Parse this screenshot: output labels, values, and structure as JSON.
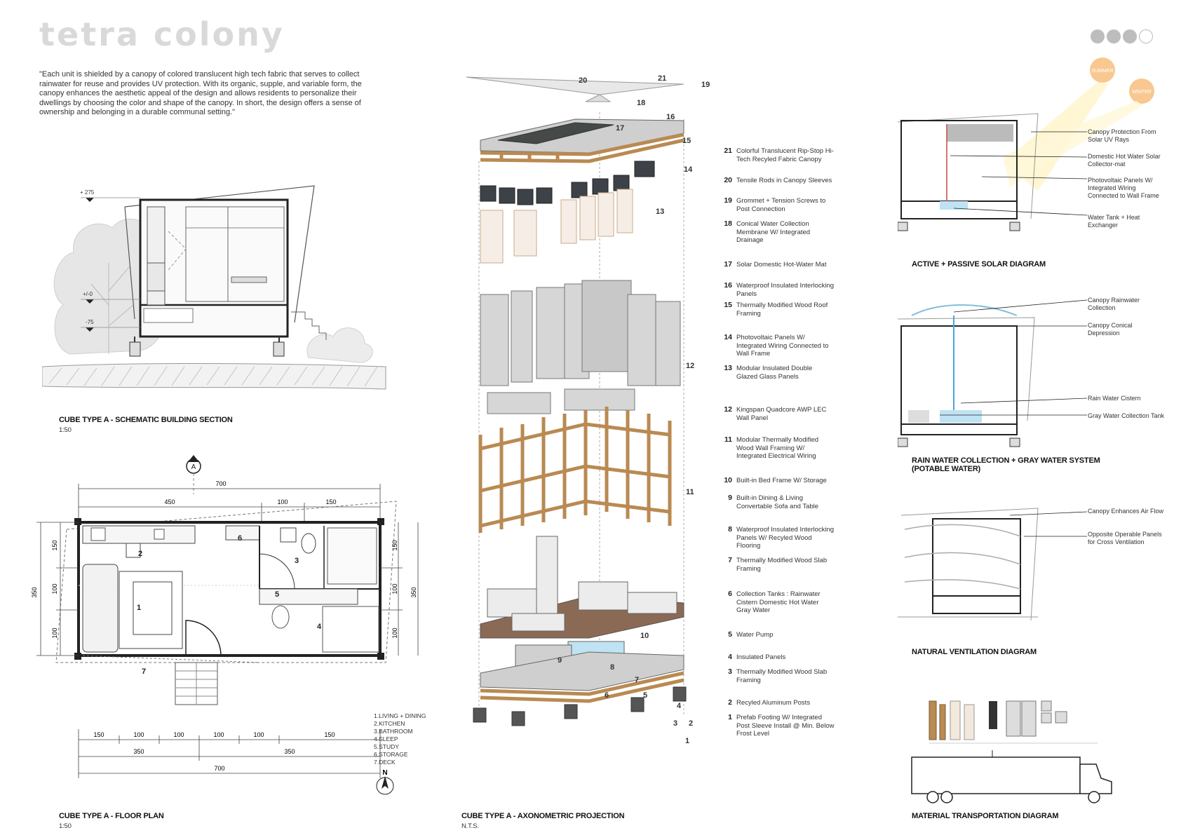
{
  "title": "tetra colony",
  "quote": "\"Each unit is shielded by a canopy of colored translucent high tech fabric that serves to collect rainwater for reuse and provides UV protection. With its organic, supple, and variable form, the canopy enhances the aesthetic appeal of the design and allows residents to personalize their dwellings by choosing the color and shape of the canopy. In short, the design offers a sense of ownership and belonging in a durable communal setting.\"",
  "captions": {
    "section": {
      "title": "CUBE TYPE A - SCHEMATIC BUILDING SECTION",
      "scale": "1:50"
    },
    "plan": {
      "title": "CUBE TYPE A - FLOOR PLAN",
      "scale": "1:50"
    },
    "axo": {
      "title": "CUBE TYPE A - AXONOMETRIC PROJECTION",
      "scale": "N.T.S."
    },
    "solar": {
      "title": "ACTIVE + PASSIVE SOLAR DIAGRAM"
    },
    "rain": {
      "title": "RAIN WATER COLLECTION + GRAY WATER SYSTEM (POTABLE WATER)"
    },
    "vent": {
      "title": "NATURAL VENTILATION DIAGRAM"
    },
    "transport": {
      "title": "MATERIAL TRANSPORTATION DIAGRAM"
    }
  },
  "section_levels": [
    "+ 275",
    "+/-0",
    "-75"
  ],
  "plan": {
    "section_marker": "A",
    "north": "N",
    "dims_top": [
      "700",
      "450",
      "100",
      "150"
    ],
    "dims_bottom": [
      "150",
      "100",
      "100",
      "100",
      "100",
      "150",
      "350",
      "350",
      "700"
    ],
    "dims_left": [
      "350",
      "150",
      "100",
      "100"
    ],
    "dims_right": [
      "150",
      "100",
      "100",
      "350"
    ],
    "room_numbers": [
      "1",
      "2",
      "3",
      "4",
      "5",
      "6",
      "7"
    ],
    "rooms": [
      "1.LIVING + DINING",
      "2.KITCHEN",
      "3.BATHROOM",
      "4.SLEEP",
      "5.STUDY",
      "6.STORAGE",
      "7.DECK"
    ]
  },
  "axo_labels": [
    "20",
    "21",
    "19",
    "18",
    "17",
    "16",
    "15",
    "14",
    "13",
    "12",
    "11",
    "10",
    "9",
    "8",
    "7",
    "6",
    "5",
    "4",
    "3",
    "2",
    "1"
  ],
  "legend": [
    {
      "num": "21",
      "text": "Colorful Translucent Rip-Stop Hi-Tech Recyled Fabric Canopy"
    },
    {
      "num": "20",
      "text": "Tensile Rods in Canopy Sleeves"
    },
    {
      "num": "19",
      "text": "Grommet + Tension Screws to Post Connection"
    },
    {
      "num": "18",
      "text": "Conical Water Collection Membrane W/ Integrated Drainage"
    },
    {
      "num": "17",
      "text": "Solar Domestic Hot-Water Mat"
    },
    {
      "num": "16",
      "text": "Waterproof Insulated Interlocking Panels"
    },
    {
      "num": "15",
      "text": "Thermally Modified Wood Roof Framing"
    },
    {
      "num": "14",
      "text": "Photovoltaic Panels W/ Integrated Wiring Connected to Wall Frame"
    },
    {
      "num": "13",
      "text": "Modular Insulated Double Glazed Glass Panels"
    },
    {
      "num": "12",
      "text": "Kingspan Quadcore AWP LEC Wall Panel"
    },
    {
      "num": "11",
      "text": "Modular Thermally Modified Wood Wall Framing W/ Integrated Electrical Wiring"
    },
    {
      "num": "10",
      "text": "Built-in Bed Frame W/ Storage"
    },
    {
      "num": "9",
      "text": "Built-in Dining & Living Convertable Sofa and Table"
    },
    {
      "num": "8",
      "text": "Waterproof Insulated Interlocking Panels W/ Recyled Wood Flooring"
    },
    {
      "num": "7",
      "text": "Thermally Modified Wood Slab Framing"
    },
    {
      "num": "6",
      "text": "Collection Tanks : Rainwater Cistern Domestic Hot Water Gray Water"
    },
    {
      "num": "5",
      "text": "Water Pump"
    },
    {
      "num": "4",
      "text": "Insulated Panels"
    },
    {
      "num": "3",
      "text": "Thermally Modified Wood Slab Framing"
    },
    {
      "num": "2",
      "text": "Recyled Aluminum Posts"
    },
    {
      "num": "1",
      "text": "Prefab Footing W/ Integrated Post Sleeve Install @ Min. Below Frost Level"
    }
  ],
  "solar": {
    "sun_summer": "SUMMER",
    "sun_winter": "WINTER",
    "notes": [
      "Canopy Protection From Solar UV Rays",
      "Domestic Hot Water Solar Collector-mat",
      "Photovoltaic Panels W/ Integrated Wiring Connected to Wall Frame",
      "Water Tank + Heat Exchanger"
    ]
  },
  "rain": {
    "notes": [
      "Canopy Rainwater Collection",
      "Canopy Conical Depression",
      "Rain Water Cistern",
      "Gray Water Collection Tank"
    ]
  },
  "vent": {
    "notes": [
      "Canopy Enhances Air Flow",
      "Opposite Operable Panels for Cross Ventilation"
    ]
  },
  "colors": {
    "wood": "#b98a52",
    "panel": "#d4d4d4",
    "glass": "#f4ece2",
    "water": "#bfe3f2",
    "sun": "#f8c890"
  }
}
